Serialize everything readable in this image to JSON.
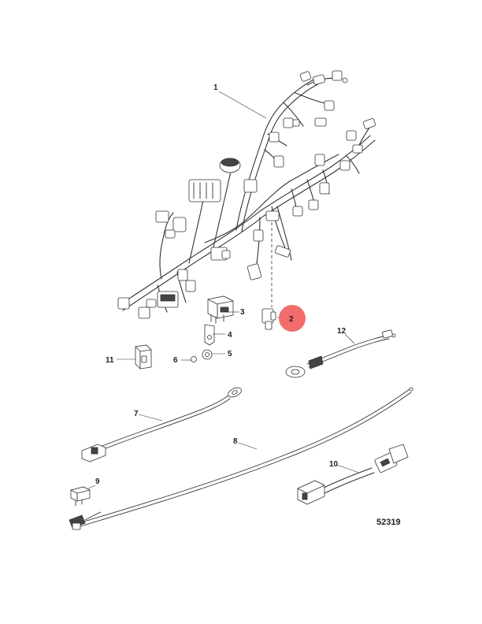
{
  "diagram": {
    "figure_number": "52319",
    "highlight_color": "#f36c6c",
    "callouts": {
      "c1": "1",
      "c2": "2",
      "c3": "3",
      "c4": "4",
      "c5": "5",
      "c6": "6",
      "c7": "7",
      "c8": "8",
      "c9": "9",
      "c10": "10",
      "c11": "11",
      "c12": "12"
    }
  }
}
